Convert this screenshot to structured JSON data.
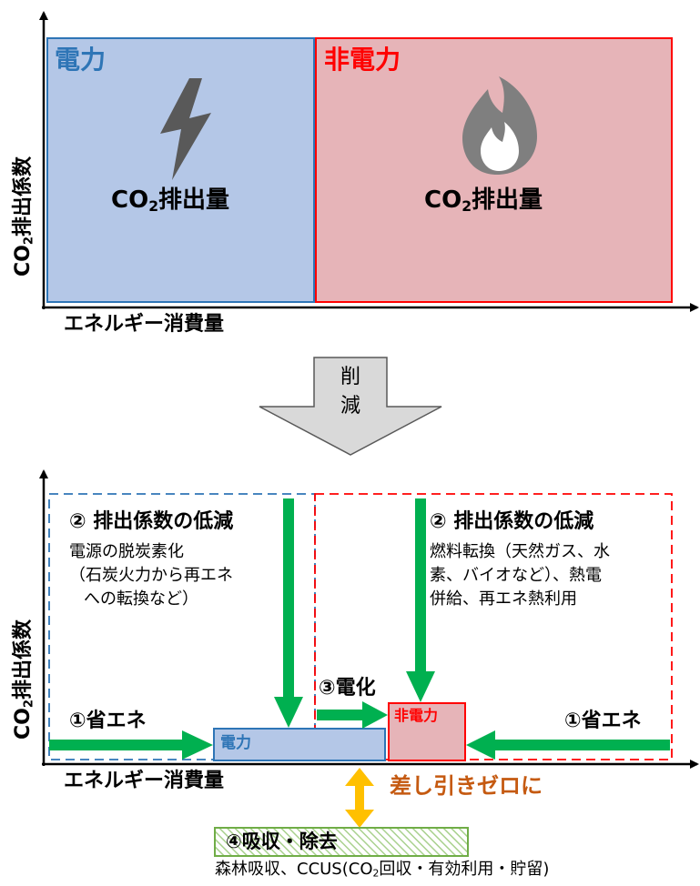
{
  "top": {
    "power_title": "電力",
    "nonpower_title": "非電力",
    "power_emission": {
      "pre": "CO",
      "sub": "2",
      "post": "排出量"
    },
    "nonpower_emission": {
      "pre": "CO",
      "sub": "2",
      "post": "排出量"
    },
    "y_axis": {
      "pre": "CO",
      "sub": "2",
      "post": "排出係数"
    },
    "x_axis": "エネルギー消費量",
    "power_color": "#b4c7e7",
    "nonpower_color": "#e6b4b8"
  },
  "reduction_arrow": {
    "line1": "削",
    "line2": "減"
  },
  "bottom": {
    "y_axis": {
      "pre": "CO",
      "sub": "2",
      "post": "排出係数"
    },
    "x_axis": "エネルギー消費量",
    "left_heading": "② 排出係数の低減",
    "left_body": [
      "電源の脱炭素化",
      "（石炭火力から再エネ",
      "への転換など）"
    ],
    "right_heading": "② 排出係数の低減",
    "right_body": [
      "燃料転換（天然ガス、水",
      "素、バイオなど）、熱電",
      "併給、再エネ熱利用"
    ],
    "electrification": "③電化",
    "save_left": "①省エネ",
    "save_right": "①省エネ",
    "power_box": "電力",
    "nonpower_box": "非電力",
    "net_zero": "差し引きゼロに",
    "absorb": "④吸収・除去",
    "absorb_note": {
      "pre": "森林吸収、CCUS(CO",
      "sub": "2",
      "post": "回収・有効利用・貯留)"
    }
  }
}
